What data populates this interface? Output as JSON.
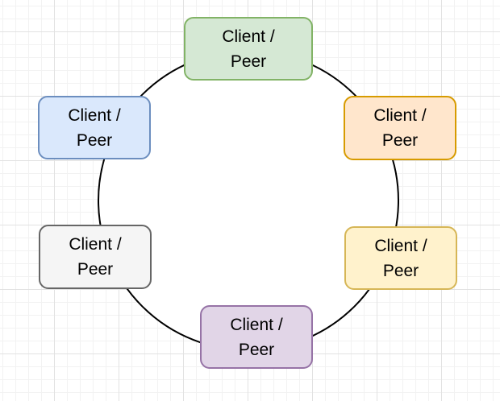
{
  "canvas": {
    "background": "#ffffff",
    "grid": {
      "minor_color": "#f2f2f2",
      "major_color": "#e2e2e2"
    }
  },
  "ring": {
    "shape": "circle",
    "stroke": "#000000",
    "fill": "#ffffff"
  },
  "nodes": [
    {
      "id": "top",
      "label": "Client / Peer",
      "lines": [
        "Client /",
        "Peer"
      ],
      "fill": "#d5e8d4",
      "stroke": "#82b366"
    },
    {
      "id": "upper-right",
      "label": "Client / Peer",
      "lines": [
        "Client /",
        "Peer"
      ],
      "fill": "#ffe6cc",
      "stroke": "#d79b00"
    },
    {
      "id": "lower-right",
      "label": "Client / Peer",
      "lines": [
        "Client /",
        "Peer"
      ],
      "fill": "#fff2cc",
      "stroke": "#d6b656"
    },
    {
      "id": "bottom",
      "label": "Client / Peer",
      "lines": [
        "Client /",
        "Peer"
      ],
      "fill": "#e1d5e7",
      "stroke": "#9673a6"
    },
    {
      "id": "lower-left",
      "label": "Client / Peer",
      "lines": [
        "Client /",
        "Peer"
      ],
      "fill": "#f5f5f5",
      "stroke": "#666666"
    },
    {
      "id": "upper-left",
      "label": "Client / Peer",
      "lines": [
        "Client /",
        "Peer"
      ],
      "fill": "#dae8fc",
      "stroke": "#6c8ebf"
    }
  ]
}
